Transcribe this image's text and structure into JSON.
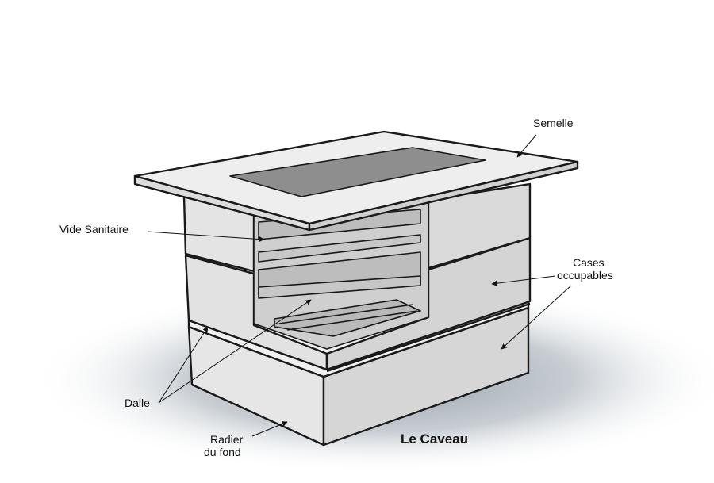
{
  "title": "Le Caveau",
  "labels": {
    "semelle": "Semelle",
    "vide_sanitaire": "Vide Sanitaire",
    "cases_line1": "Cases",
    "cases_line2": "occupables",
    "dalle": "Dalle",
    "radier_line1": "Radier",
    "radier_line2": "du fond"
  },
  "colors": {
    "face_light": "#ececec",
    "face_shade": "#d2d2d2",
    "inner_dark": "#b9b9b9",
    "opening": "#8e8e8e",
    "shadow": "#c9d0d6"
  }
}
